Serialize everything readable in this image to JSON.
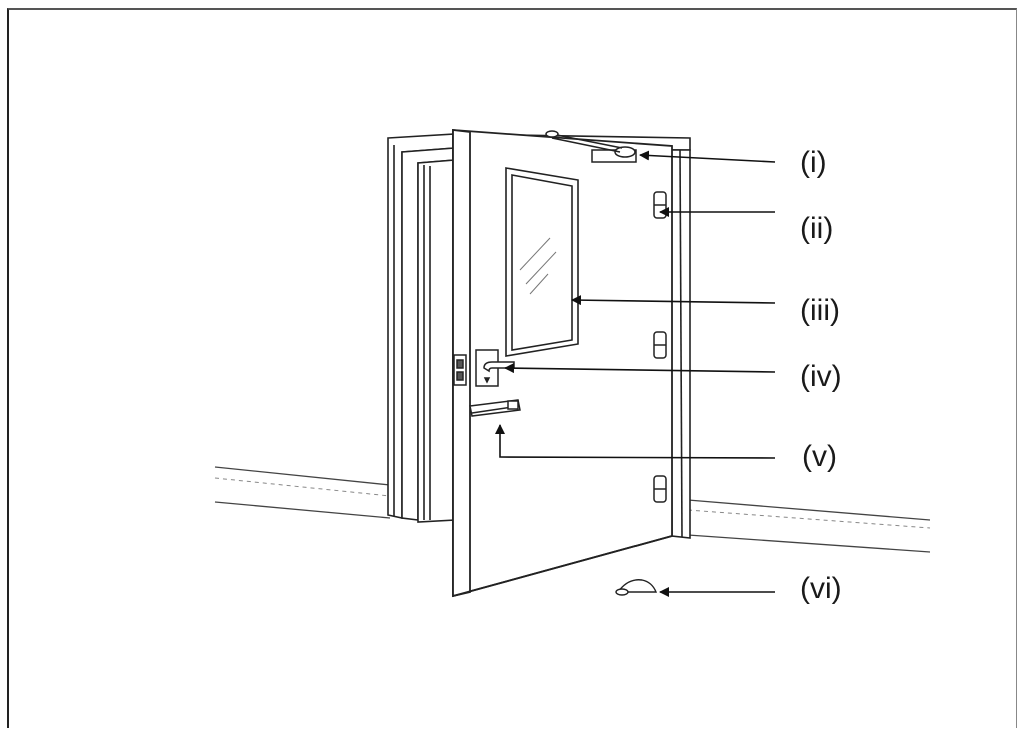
{
  "diagram": {
    "labels": {
      "i": "(i)",
      "ii": "(ii)",
      "iii": "(iii)",
      "iv": "(iv)",
      "v": "(v)",
      "vi": "(vi)"
    }
  }
}
